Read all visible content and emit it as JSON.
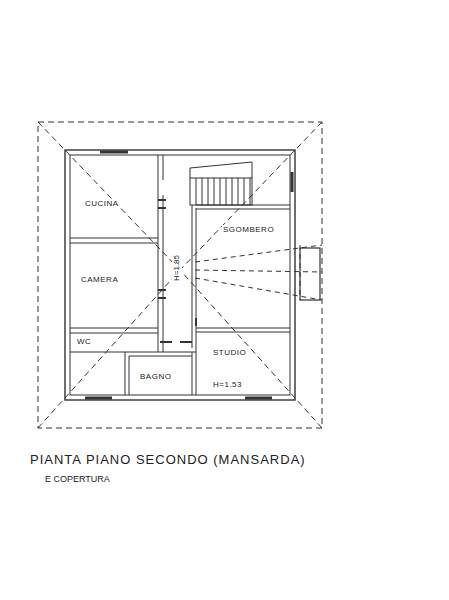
{
  "diagram": {
    "title": "PIANTA PIANO SECONDO (MANSARDA)",
    "nodes": [
      {
        "text": [
          "CUCINA"
        ]
      },
      {
        "text": [
          "CAMERA"
        ]
      },
      {
        "text": [
          "WC"
        ]
      },
      {
        "text": [
          "BAGNO"
        ]
      },
      {
        "text": [
          "SGOMBERO"
        ]
      },
      {
        "text": [
          "STUDIO",
          "H=1.53"
        ]
      }
    ],
    "labels": [
      "H=1.85",
      "E COPERTURA"
    ]
  }
}
